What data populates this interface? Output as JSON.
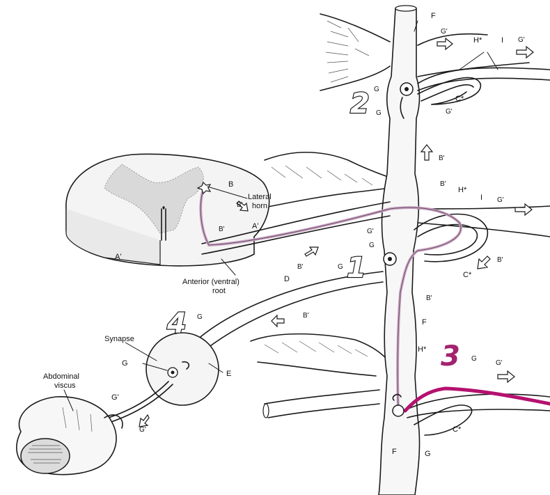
{
  "labels": {
    "synapse": "Synapse",
    "abdominal_viscus_1": "Abdominal",
    "abdominal_viscus_2": "viscus",
    "lateral_horn_1": "Lateral",
    "lateral_horn_2": "horn",
    "anterior_root_1": "Anterior (ventral)",
    "anterior_root_2": "root"
  },
  "numbers": {
    "n1": "1",
    "n2": "2",
    "n3": "3",
    "n4": "4"
  },
  "letters": {
    "F_top": "F",
    "F_mid": "F",
    "F_bottom": "F",
    "G_2": "G",
    "G_1a": "G",
    "G_1b": "G",
    "G_3": "G",
    "G_4": "G",
    "G_synapse": "G",
    "G_bottom": "G",
    "Gp_top1": "G'",
    "Gp_top2": "G'",
    "Gp_top3": "G'",
    "Gp_mid1": "G'",
    "Gp_mid2": "G'",
    "Gp_low": "G'",
    "Gp_viscus": "G'",
    "Gp_viscus_arrow": "G'",
    "H_top": "H*",
    "H_mid": "H*",
    "H_low": "H*",
    "I_top": "I",
    "I_mid": "I",
    "C_top": "C*",
    "C_mid": "C*",
    "C_low": "C*",
    "B": "B",
    "Bp_cord1": "B'",
    "Bp_cord2": "B'",
    "Bp_up": "B'",
    "Bp_mid": "B'",
    "Bp_right": "B'",
    "Bp_root": "B'",
    "Bp_chain": "B'",
    "Bp_splanch": "B'",
    "A_left": "A'",
    "A_right": "A'",
    "D": "D",
    "E": "E"
  },
  "colors": {
    "preganglionic": "#c9a6c2",
    "postganglionic_highlight": "#b5116f",
    "number_3": "#a3226f"
  }
}
